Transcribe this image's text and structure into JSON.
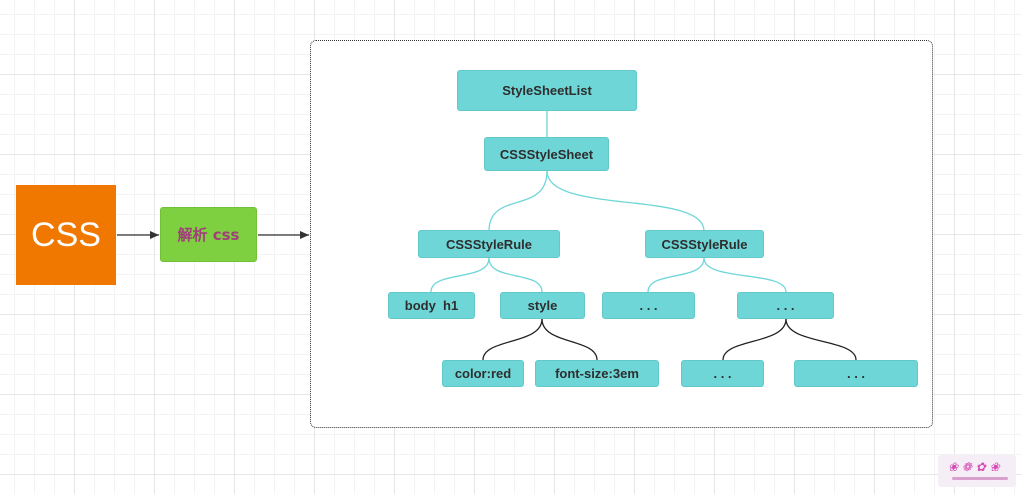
{
  "input_label": "CSS",
  "parse_label": "解析 css",
  "tree": {
    "root": "StyleSheetList",
    "sheet": "CSSStyleSheet",
    "rule_left": "CSSStyleRule",
    "rule_right": "CSSStyleRule",
    "selector": "body  h1",
    "style": "style",
    "prop_color": "color:red",
    "prop_font_size": "font-size:3em",
    "right_child_1": ". . .",
    "right_child_2": ". . .",
    "leaf_1": ". . .",
    "leaf_2": ". . ."
  },
  "colors": {
    "css_box": "#f07800",
    "parse_box": "#7ed040",
    "node_fill": "#6fd6d8",
    "teal_edge": "#6fd6d8",
    "dark_edge": "#222222"
  }
}
